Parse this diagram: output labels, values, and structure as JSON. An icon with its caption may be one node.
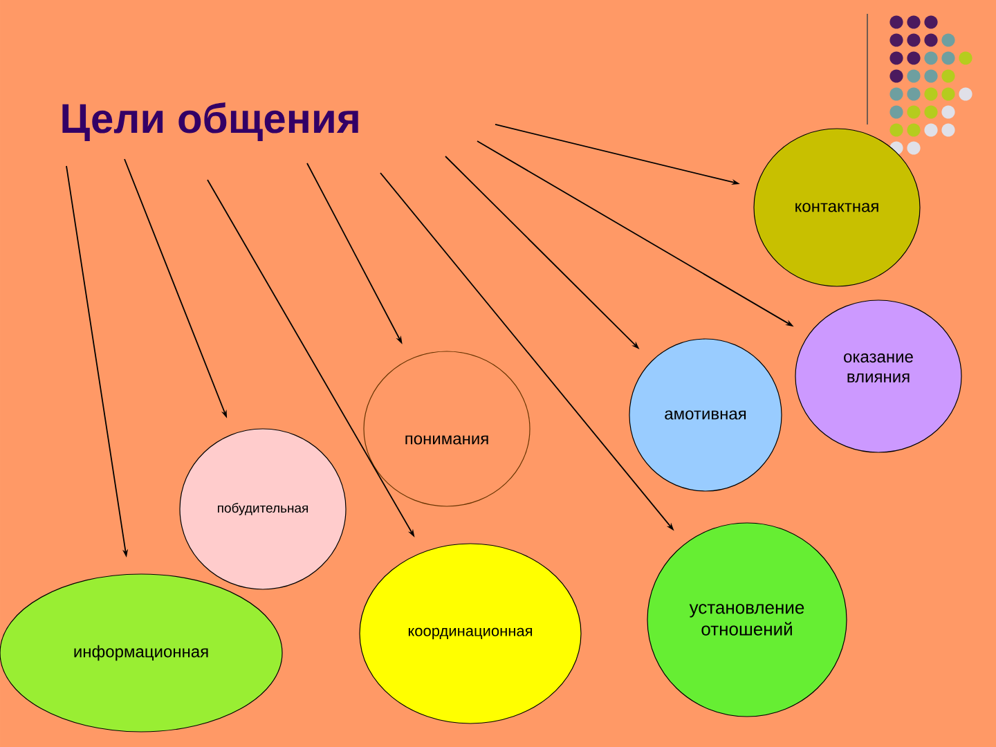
{
  "diagram": {
    "title": "Цели общения",
    "nodes": [
      {
        "text": [
          "контактная"
        ]
      },
      {
        "text": [
          "оказание влияния"
        ]
      },
      {
        "text": [
          "амотивная"
        ]
      },
      {
        "text": [
          "понимания"
        ]
      },
      {
        "text": [
          "побудительная"
        ]
      },
      {
        "text": [
          "информационная"
        ]
      },
      {
        "text": [
          "координационная"
        ]
      },
      {
        "text": [
          "установление отношений"
        ]
      }
    ],
    "edges": [
      {
        "from": null,
        "to": 0,
        "arrow": "to"
      },
      {
        "from": null,
        "to": 1,
        "arrow": "to"
      },
      {
        "from": null,
        "to": 2,
        "arrow": "to"
      },
      {
        "from": null,
        "to": 3,
        "arrow": "to"
      },
      {
        "from": null,
        "to": 7,
        "arrow": "to"
      },
      {
        "from": null,
        "to": 6,
        "arrow": "to"
      },
      {
        "from": null,
        "to": 4,
        "arrow": "to"
      },
      {
        "from": null,
        "to": 5,
        "arrow": "to"
      }
    ]
  }
}
